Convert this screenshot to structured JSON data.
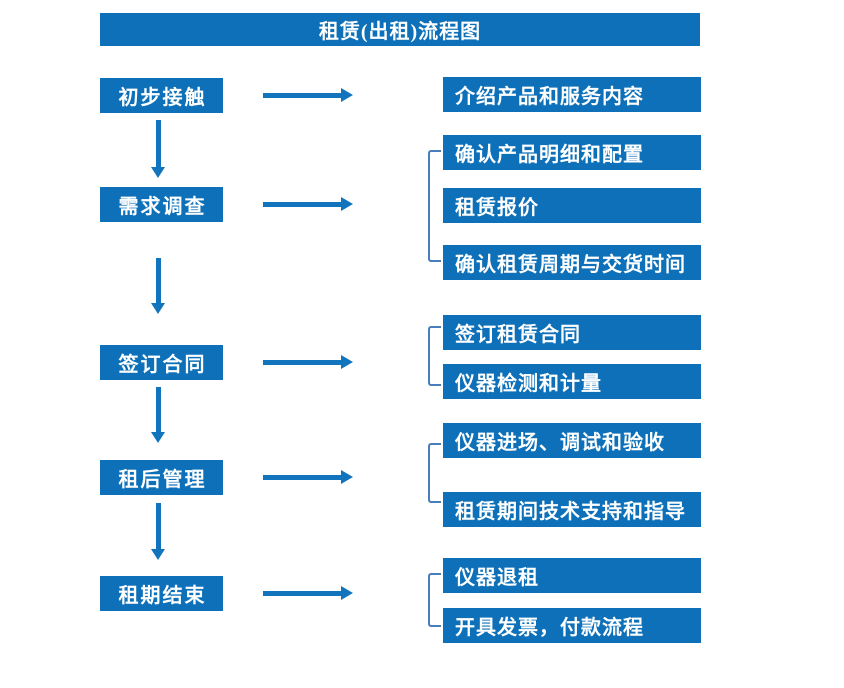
{
  "title": "租赁(出租)流程图",
  "colors": {
    "box_blue": "#0d70b8",
    "arrow_blue": "#1274bc",
    "bracket_blue": "#4a7ebb",
    "text_white": "#ffffff",
    "page_background": "#ffffff"
  },
  "flow": {
    "stages": [
      {
        "label": "初步接触",
        "details": [
          "介绍产品和服务内容"
        ]
      },
      {
        "label": "需求调查",
        "details": [
          "确认产品明细和配置",
          "租赁报价",
          "确认租赁周期与交货时间"
        ]
      },
      {
        "label": "签订合同",
        "details": [
          "签订租赁合同",
          "仪器检测和计量"
        ]
      },
      {
        "label": "租后管理",
        "details": [
          "仪器进场、调试和验收",
          "租赁期间技术支持和指导"
        ]
      },
      {
        "label": "租期结束",
        "details": [
          "仪器退租",
          "开具发票，付款流程"
        ]
      }
    ]
  }
}
